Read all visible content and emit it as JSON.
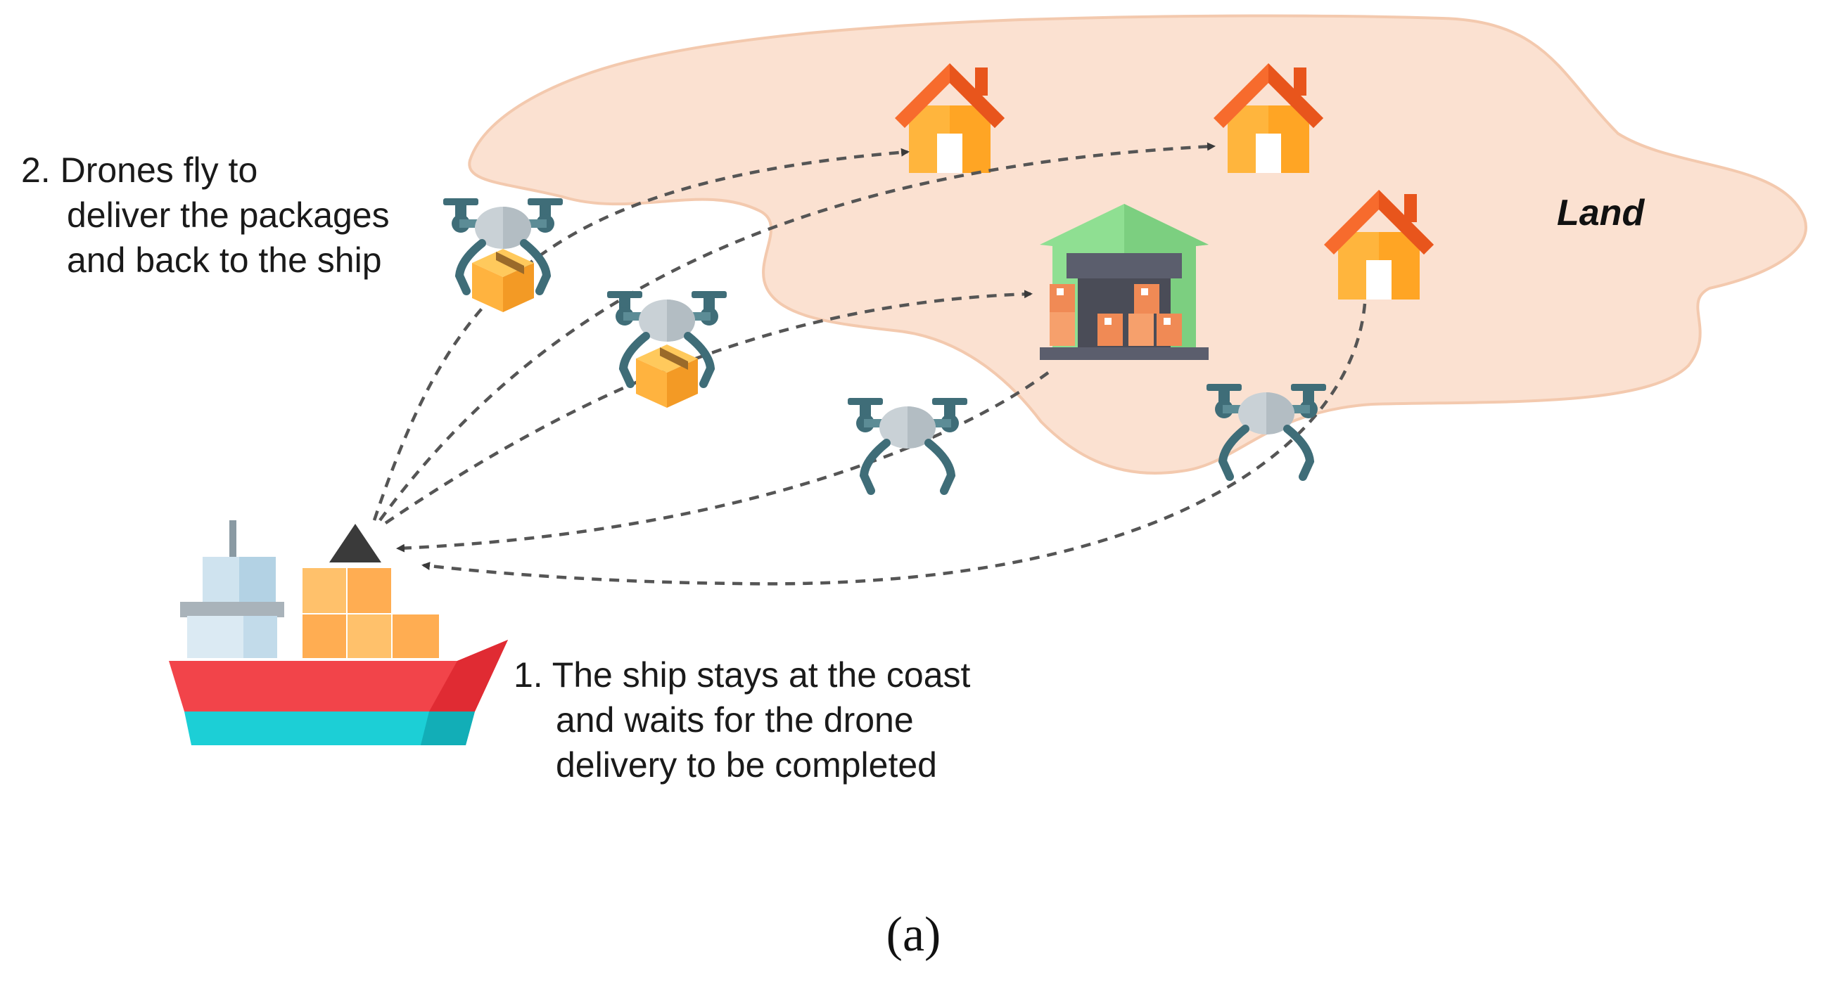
{
  "step2": {
    "lines": [
      "2. Drones fly to",
      "deliver the packages",
      "and back to the ship"
    ]
  },
  "step1": {
    "lines": [
      "1. The ship stays at the coast",
      "and waits for the drone",
      "delivery to be completed"
    ]
  },
  "land_label": "Land",
  "caption": "(a)",
  "colors": {
    "land_fill": "#fbe1d1",
    "land_stroke": "#f3c9ae",
    "roof": "#f76b2d",
    "house_wall": "#ffb53d",
    "warehouse_roof": "#8fdf92",
    "ship_hull": "#f2444a",
    "ship_waterline": "#1ccfd6",
    "drone_body": "#c9d1d6",
    "drone_frame": "#3f6d78",
    "package": "#ffb33f",
    "arrow": "#555555"
  }
}
